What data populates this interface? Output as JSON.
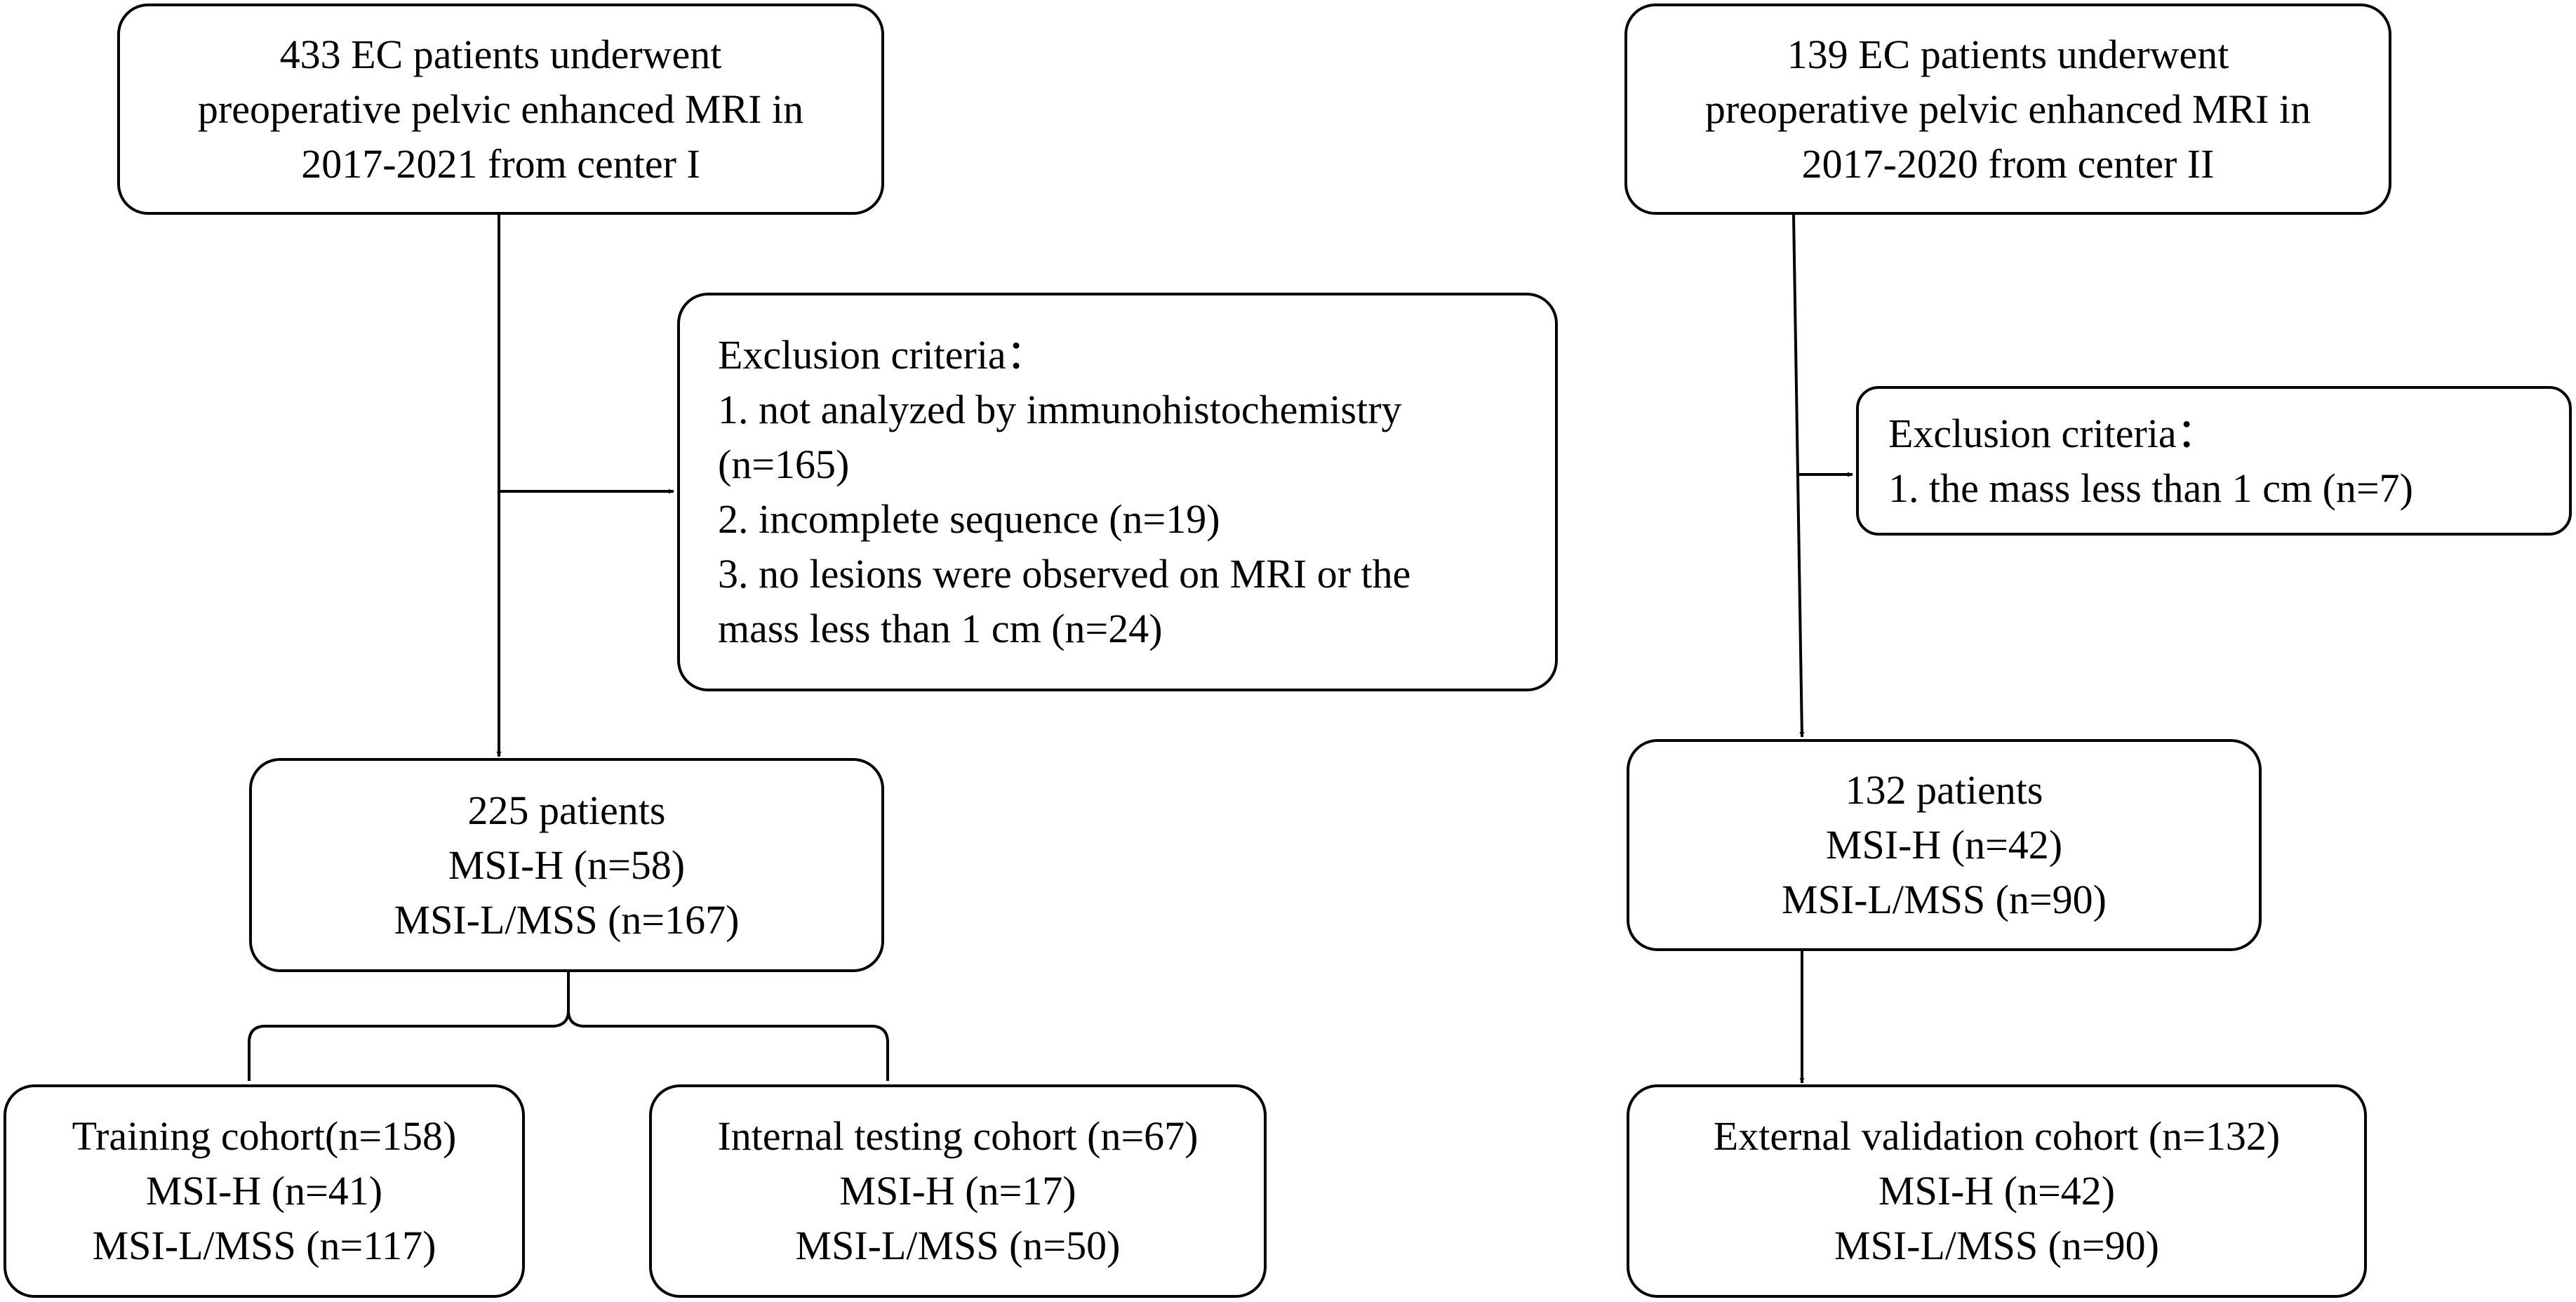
{
  "colors": {
    "stroke": "#000000",
    "background": "#ffffff",
    "text": "#000000"
  },
  "boxes": {
    "center1_source": {
      "lines": [
        "433 EC patients underwent",
        "preoperative pelvic enhanced MRI in",
        "2017-2021 from center I"
      ]
    },
    "center1_exclusion": {
      "lines": [
        "Exclusion criteria：",
        "1. not analyzed by immunohistochemistry",
        "(n=165)",
        "2. incomplete sequence (n=19)",
        "3. no lesions were observed on MRI or the",
        "mass less than 1 cm (n=24)"
      ]
    },
    "center1_included": {
      "lines": [
        "225 patients",
        "MSI-H (n=58)",
        "MSI-L/MSS (n=167)"
      ]
    },
    "training_cohort": {
      "lines": [
        "Training cohort(n=158)",
        "MSI-H (n=41)",
        "MSI-L/MSS (n=117)"
      ]
    },
    "internal_testing_cohort": {
      "lines": [
        "Internal testing cohort (n=67)",
        "MSI-H (n=17)",
        "MSI-L/MSS (n=50)"
      ]
    },
    "center2_source": {
      "lines": [
        "139 EC patients underwent",
        "preoperative pelvic enhanced MRI in",
        "2017-2020 from center II"
      ]
    },
    "center2_exclusion": {
      "lines": [
        "Exclusion criteria：",
        "1. the mass less than 1 cm (n=7)"
      ]
    },
    "center2_included": {
      "lines": [
        "132 patients",
        "MSI-H (n=42)",
        "MSI-L/MSS (n=90)"
      ]
    },
    "external_validation_cohort": {
      "lines": [
        "External validation cohort (n=132)",
        "MSI-H (n=42)",
        "MSI-L/MSS (n=90)"
      ]
    }
  }
}
